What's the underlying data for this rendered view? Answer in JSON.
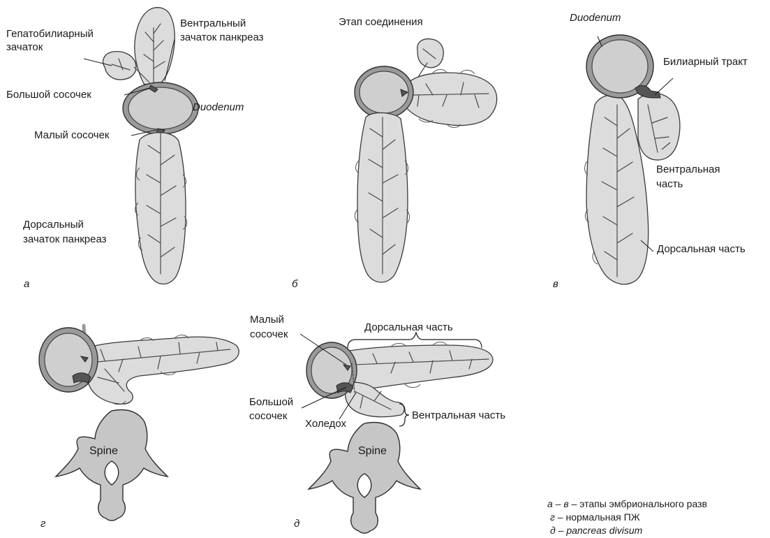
{
  "panels": {
    "a": {
      "letter": "а",
      "hepatobiliary_bud": [
        "Гепатобилиарный",
        "зачаток"
      ],
      "ventral_bud": [
        "Вентральный",
        "зачаток панкреаз"
      ],
      "major_papilla": "Большой сосочек",
      "duodenum": "Duodenum",
      "minor_papilla": "Малый сосочек",
      "dorsal_bud": [
        "Дорсальный",
        "зачаток панкреаз"
      ]
    },
    "b": {
      "letter": "б",
      "fusion_stage": "Этап соединения"
    },
    "v": {
      "letter": "в",
      "duodenum": "Duodenum",
      "biliary_tract": "Билиарный тракт",
      "ventral_part": [
        "Вентральная",
        "часть"
      ],
      "dorsal_part": "Дорсальная часть"
    },
    "g": {
      "letter": "г",
      "spine": "Spine"
    },
    "d": {
      "letter": "д",
      "minor_papilla": [
        "Малый",
        "сосочек"
      ],
      "dorsal_part": "Дорсальная часть",
      "major_papilla": [
        "Большой",
        "сосочек"
      ],
      "choledochus": "Холедох",
      "ventral_part": "Вентральная часть",
      "spine": "Spine"
    }
  },
  "legend": [
    {
      "key": "а – в",
      "dash": " – ",
      "text": "этапы эмбрионального разв"
    },
    {
      "key": "г",
      "dash": " – ",
      "text": "нормальная ПЖ"
    },
    {
      "key": "д",
      "dash": " – ",
      "text": "pancreas divisum"
    }
  ]
}
